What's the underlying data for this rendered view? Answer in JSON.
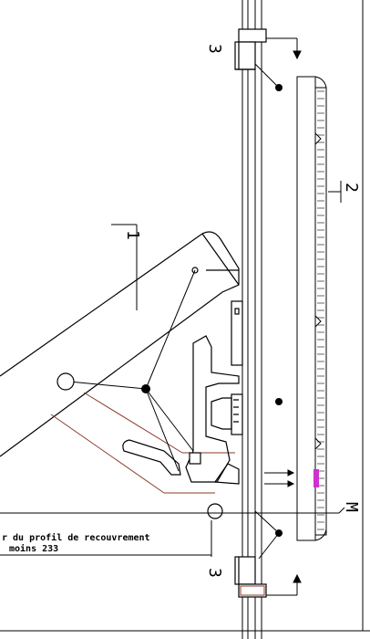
{
  "drawing": {
    "labels": {
      "part1": "1",
      "part2": "2",
      "part3_top": "3",
      "part3_bottom": "3",
      "marker_m": "M"
    },
    "annotation": {
      "line1": "r du profil de recouvrement",
      "line2": "moins 233"
    },
    "colors": {
      "line": "#000000",
      "accent": "#8b3a2a",
      "highlight": "#cc33cc"
    }
  }
}
